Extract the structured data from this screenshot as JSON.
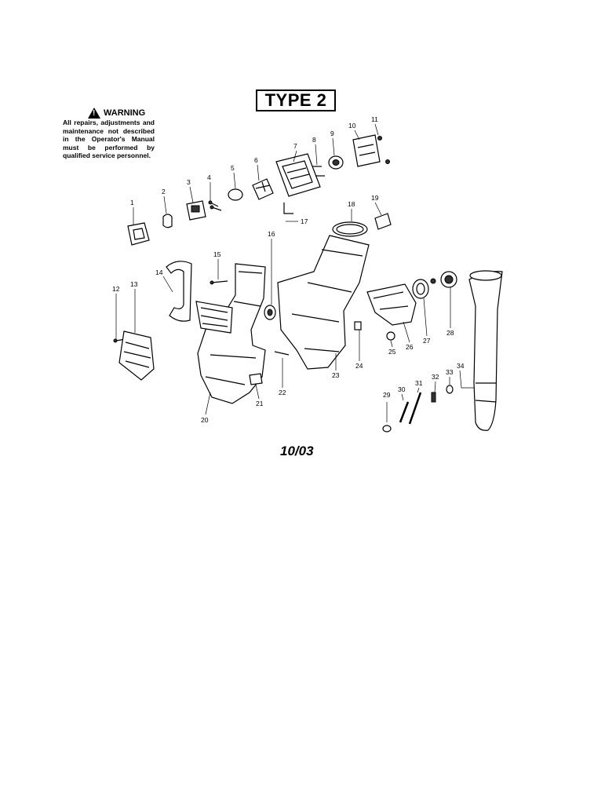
{
  "title": "TYPE 2",
  "warning": {
    "heading": "WARNING",
    "text": "All repairs, adjustments and maintenance not described in the Operator's Manual must be performed by qualified service personnel."
  },
  "date_code": "10/03",
  "part_numbers": [
    "1",
    "2",
    "3",
    "4",
    "5",
    "6",
    "7",
    "8",
    "9",
    "10",
    "11",
    "12",
    "13",
    "14",
    "15",
    "16",
    "17",
    "18",
    "19",
    "20",
    "21",
    "22",
    "23",
    "24",
    "25",
    "26",
    "27",
    "28",
    "29",
    "30",
    "31",
    "32",
    "33",
    "34"
  ]
}
